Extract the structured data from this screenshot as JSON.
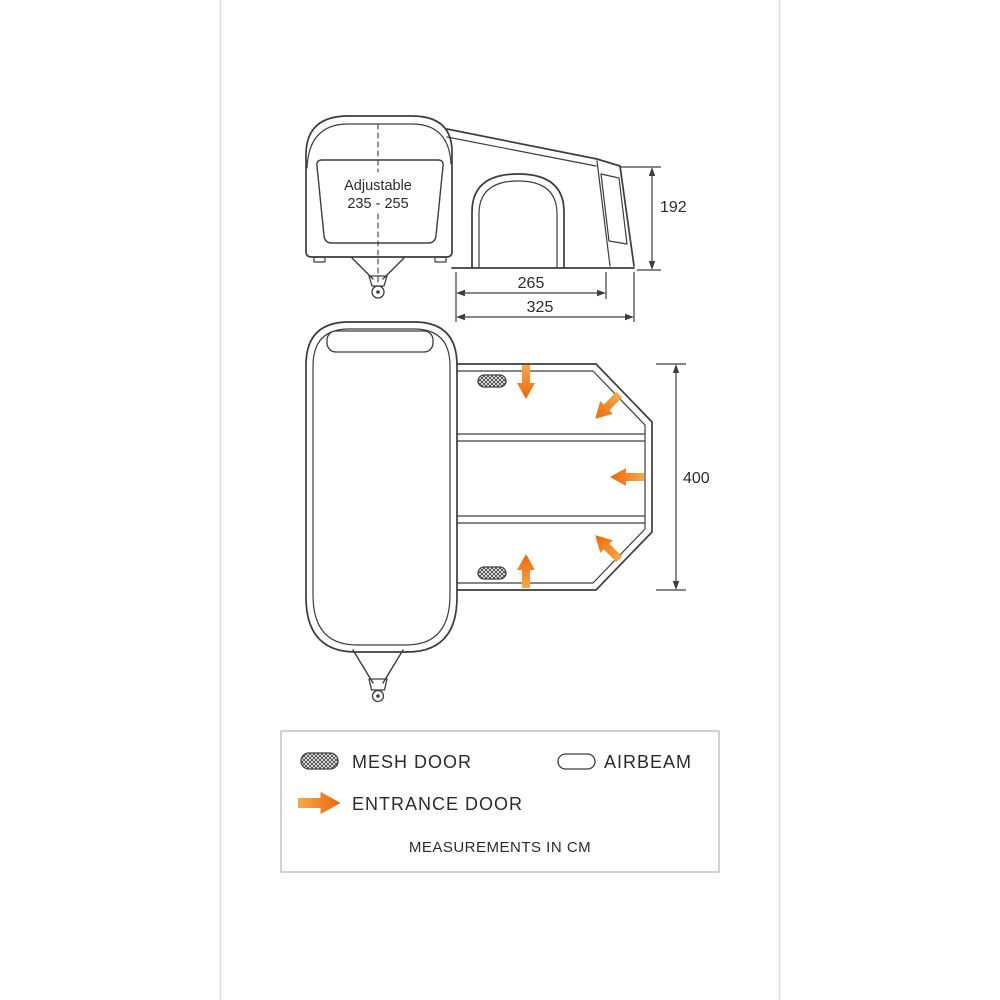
{
  "side_view": {
    "adjustable_label": "Adjustable",
    "adjustable_range": "235 - 255"
  },
  "dimensions": {
    "height": "192",
    "depth_inner": "265",
    "depth_total": "325",
    "plan_width": "400"
  },
  "legend": {
    "mesh_door": "MESH DOOR",
    "airbeam": "AIRBEAM",
    "entrance_door": "ENTRANCE DOOR",
    "note": "MEASUREMENTS IN CM"
  },
  "icons": {
    "mesh_door_icon": "hatched-stadium",
    "airbeam_icon": "outline-stadium",
    "entrance_door_icon": "orange-arrow"
  },
  "colors": {
    "line": "#3d3d3d",
    "orange_light": "#f9a948",
    "orange_dark": "#ec6608",
    "page_edge": "#d9d9d9"
  }
}
